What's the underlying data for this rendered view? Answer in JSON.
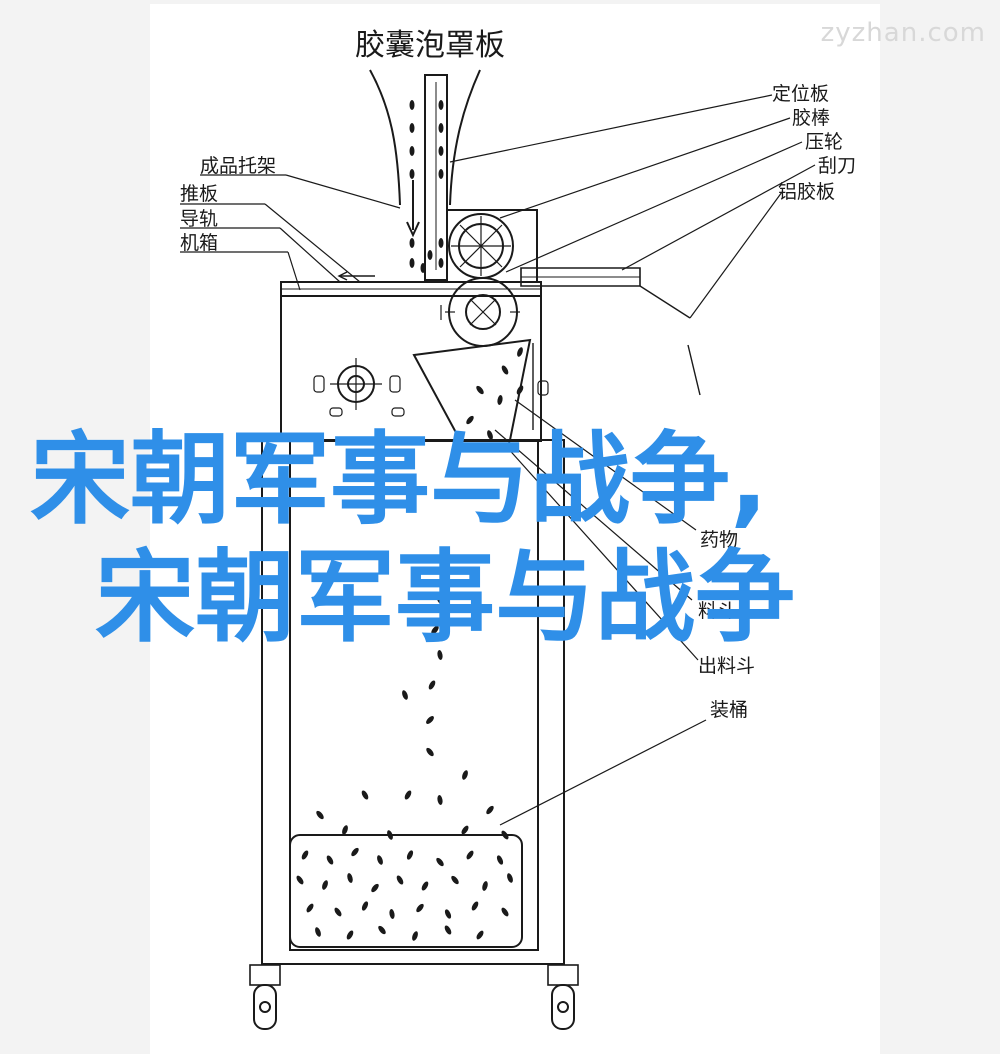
{
  "diagram": {
    "title": "胶囊泡罩板",
    "labels": {
      "positioning_plate": "定位板",
      "rubber_rod": "胶棒",
      "press_wheel": "压轮",
      "scraper": "刮刀",
      "aluminum_plate": "铝胶板",
      "finished_tray": "成品托架",
      "push_plate": "推板",
      "guide_rail": "导轨",
      "cabinet": "机箱",
      "material": "药物",
      "hopper": "料斗",
      "discharge_hopper": "出料斗",
      "bucket": "装桶"
    }
  },
  "watermark": "zyzhan.com",
  "overlay": {
    "line1": "宋朝军事与战争,",
    "line2": "宋朝军事与战争"
  },
  "colors": {
    "overlay_text": "#2f8fe8",
    "line": "#1a1a1a",
    "watermark": "#d8d8d8"
  }
}
